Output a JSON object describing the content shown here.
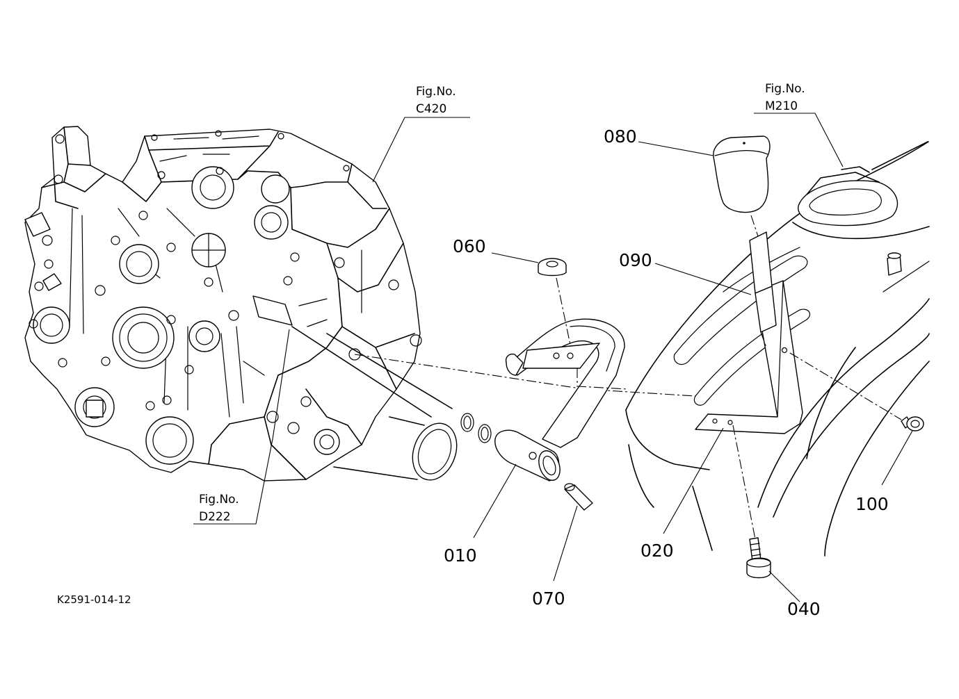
{
  "diagram": {
    "document_code": "K2591-014-12",
    "part_labels": {
      "p010": "010",
      "p020": "020",
      "p040": "040",
      "p060": "060",
      "p070": "070",
      "p080": "080",
      "p090": "090",
      "p100": "100"
    },
    "figure_references": {
      "c420": {
        "caption": "Fig.No.",
        "number": "C420"
      },
      "d222": {
        "caption": "Fig.No.",
        "number": "D222"
      },
      "m210": {
        "caption": "Fig.No.",
        "number": "M210"
      }
    }
  }
}
